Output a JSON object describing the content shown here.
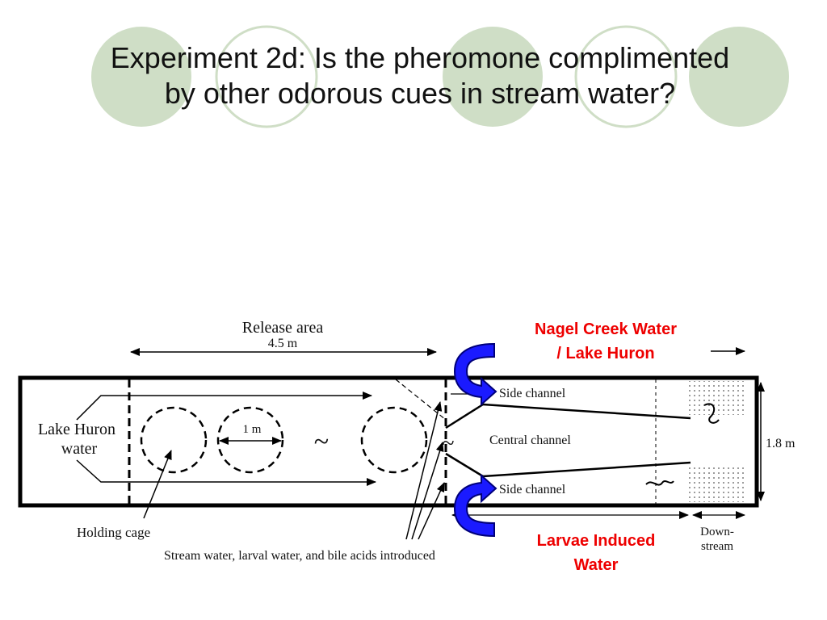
{
  "slide": {
    "title_line1": "Experiment 2d: Is the pheromone complimented",
    "title_line2": "by other odorous cues in stream water?"
  },
  "colors": {
    "circle_fill": "#cfdec6",
    "circle_outline": "#cfdec6",
    "callout_text": "#ee0000",
    "curved_arrow_fill": "#1a1aff",
    "curved_arrow_edge": "#00007a"
  },
  "diagram": {
    "release_area_label": "Release area",
    "release_area_length": "4.5 m",
    "inflow_label_line1": "Lake Huron",
    "inflow_label_line2": "water",
    "cage_diameter": "1 m",
    "side_channel_top": "Side channel",
    "central_channel": "Central channel",
    "side_channel_bottom": "Side channel",
    "width_label": "1.8 m",
    "holding_cage": "Holding cage",
    "introduced_note": "Stream water, larval water, and bile acids introduced",
    "downstream_line1": "Down-",
    "downstream_line2": "stream",
    "wave_symbol": "~"
  },
  "callouts": {
    "top_line1": "Nagel Creek Water",
    "top_line2": "/ Lake Huron",
    "bottom_line1": "Larvae Induced",
    "bottom_line2": "Water"
  }
}
